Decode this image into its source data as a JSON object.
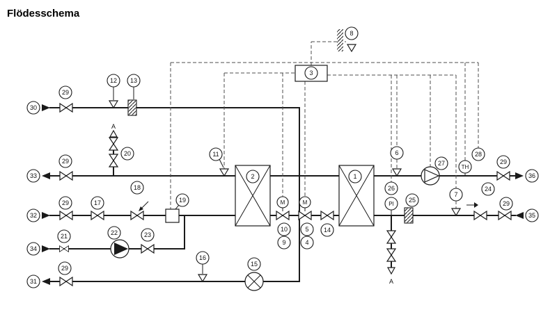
{
  "title": "Flödesschema",
  "colors": {
    "line": "#1a1a1a",
    "control_line": "#4d4d4d",
    "background": "#ffffff"
  },
  "labels": {
    "n1": "1",
    "n2": "2",
    "n3": "3",
    "n4": "4",
    "n5": "5",
    "n6": "6",
    "n7": "7",
    "n8": "8",
    "n9": "9",
    "n10": "10",
    "n11": "11",
    "n12": "12",
    "n13": "13",
    "n14": "14",
    "n15": "15",
    "n16": "16",
    "n17": "17",
    "n18": "18",
    "n19": "19",
    "n20": "20",
    "n21": "21",
    "n22": "22",
    "n23": "23",
    "n24": "24",
    "n25": "25",
    "n26": "26",
    "n27": "27",
    "n28": "28",
    "n29": "29",
    "n30": "30",
    "n31": "31",
    "n32": "32",
    "n33": "33",
    "n34": "34",
    "n35": "35",
    "n36": "36",
    "m": "M",
    "pi": "PI",
    "th": "TH",
    "a": "A"
  }
}
